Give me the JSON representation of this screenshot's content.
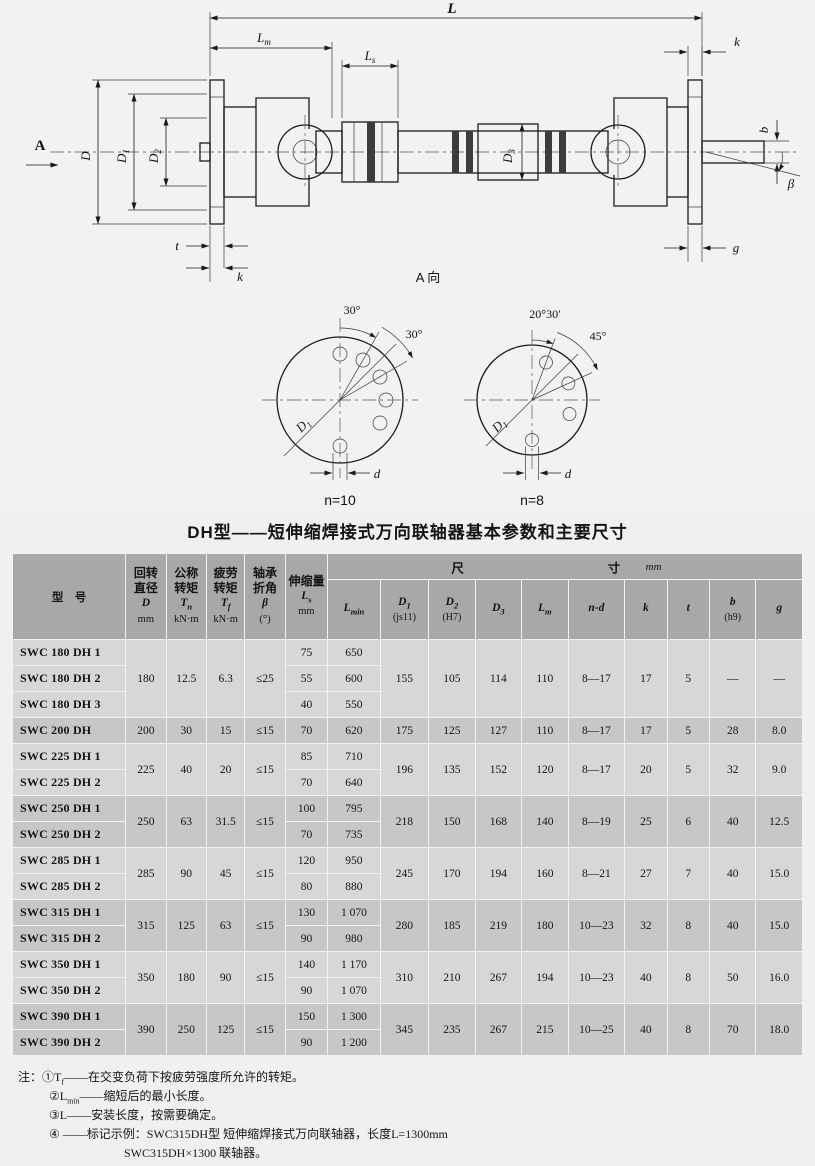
{
  "title": "DH型——短伸缩焊接式万向联轴器基本参数和主要尺寸",
  "drawing": {
    "dims": {
      "L": "L",
      "Lm_main": "L",
      "Lm_sub": "m",
      "Ls_main": "L",
      "Ls_sub": "s",
      "k_top": "k",
      "D": "D",
      "D1_main": "D",
      "D1_sub": "1",
      "D2_main": "D",
      "D2_sub": "2",
      "D3_main": "D",
      "D3_sub": "3",
      "b": "b",
      "beta": "β",
      "t": "t",
      "k_bottom": "k",
      "g": "g"
    },
    "view_label": "A",
    "view_caption": "A 向",
    "flange_views": [
      {
        "angle1": "30°",
        "angle2": "30°",
        "pcd_main": "D",
        "pcd_sub": "1",
        "hole": "d",
        "count": "n=10"
      },
      {
        "angle1": "20°30′",
        "angle2": "45°",
        "pcd_main": "D",
        "pcd_sub": "1",
        "hole": "d",
        "count": "n=8"
      }
    ]
  },
  "table": {
    "header": {
      "model": "型　号",
      "param_cols": [
        {
          "l1": "回转",
          "l2": "直径",
          "sym": "D",
          "sub": "",
          "unit": "mm"
        },
        {
          "l1": "公称",
          "l2": "转矩",
          "sym": "T",
          "sub": "n",
          "unit": "kN·m"
        },
        {
          "l1": "疲劳",
          "l2": "转矩",
          "sym": "T",
          "sub": "f",
          "unit": "kN·m"
        },
        {
          "l1": "轴承",
          "l2": "折角",
          "sym": "β",
          "sub": "",
          "unit": "(°)"
        },
        {
          "l1": "伸缩量",
          "l2": "",
          "sym": "L",
          "sub": "s",
          "unit": "mm"
        }
      ],
      "size_band": {
        "c1": "尺",
        "c2": "寸",
        "unit": "mm"
      },
      "dim_cols": [
        {
          "main": "L",
          "sub": "min",
          "note": ""
        },
        {
          "main": "D",
          "sub": "1",
          "note": "(js11)"
        },
        {
          "main": "D",
          "sub": "2",
          "note": "(H7)"
        },
        {
          "main": "D",
          "sub": "3",
          "note": ""
        },
        {
          "main": "L",
          "sub": "m",
          "note": ""
        },
        {
          "main": "n-d",
          "sub": "",
          "note": ""
        },
        {
          "main": "k",
          "sub": "",
          "note": ""
        },
        {
          "main": "t",
          "sub": "",
          "note": ""
        },
        {
          "main": "b",
          "sub": "",
          "note": "(h9)"
        },
        {
          "main": "g",
          "sub": "",
          "note": ""
        }
      ]
    },
    "groups": [
      {
        "models": [
          "SWC 180 DH 1",
          "SWC 180 DH 2",
          "SWC 180 DH 3"
        ],
        "D": "180",
        "Tn": "12.5",
        "Tf": "6.3",
        "beta": "≤25",
        "rows": [
          [
            "75",
            "650"
          ],
          [
            "55",
            "600"
          ],
          [
            "40",
            "550"
          ]
        ],
        "dims": [
          "155",
          "105",
          "114",
          "110",
          "8—17",
          "17",
          "5",
          "—",
          "—"
        ]
      },
      {
        "models": [
          "SWC 200 DH"
        ],
        "D": "200",
        "Tn": "30",
        "Tf": "15",
        "beta": "≤15",
        "rows": [
          [
            "70",
            "620"
          ]
        ],
        "dims": [
          "175",
          "125",
          "127",
          "110",
          "8—17",
          "17",
          "5",
          "28",
          "8.0"
        ]
      },
      {
        "models": [
          "SWC 225 DH 1",
          "SWC 225 DH 2"
        ],
        "D": "225",
        "Tn": "40",
        "Tf": "20",
        "beta": "≤15",
        "rows": [
          [
            "85",
            "710"
          ],
          [
            "70",
            "640"
          ]
        ],
        "dims": [
          "196",
          "135",
          "152",
          "120",
          "8—17",
          "20",
          "5",
          "32",
          "9.0"
        ]
      },
      {
        "models": [
          "SWC 250 DH 1",
          "SWC 250 DH 2"
        ],
        "D": "250",
        "Tn": "63",
        "Tf": "31.5",
        "beta": "≤15",
        "rows": [
          [
            "100",
            "795"
          ],
          [
            "70",
            "735"
          ]
        ],
        "dims": [
          "218",
          "150",
          "168",
          "140",
          "8—19",
          "25",
          "6",
          "40",
          "12.5"
        ]
      },
      {
        "models": [
          "SWC 285 DH 1",
          "SWC 285 DH 2"
        ],
        "D": "285",
        "Tn": "90",
        "Tf": "45",
        "beta": "≤15",
        "rows": [
          [
            "120",
            "950"
          ],
          [
            "80",
            "880"
          ]
        ],
        "dims": [
          "245",
          "170",
          "194",
          "160",
          "8—21",
          "27",
          "7",
          "40",
          "15.0"
        ]
      },
      {
        "models": [
          "SWC 315 DH 1",
          "SWC 315 DH 2"
        ],
        "D": "315",
        "Tn": "125",
        "Tf": "63",
        "beta": "≤15",
        "rows": [
          [
            "130",
            "1 070"
          ],
          [
            "90",
            "980"
          ]
        ],
        "dims": [
          "280",
          "185",
          "219",
          "180",
          "10—23",
          "32",
          "8",
          "40",
          "15.0"
        ]
      },
      {
        "models": [
          "SWC 350 DH 1",
          "SWC 350 DH 2"
        ],
        "D": "350",
        "Tn": "180",
        "Tf": "90",
        "beta": "≤15",
        "rows": [
          [
            "140",
            "1 170"
          ],
          [
            "90",
            "1 070"
          ]
        ],
        "dims": [
          "310",
          "210",
          "267",
          "194",
          "10—23",
          "40",
          "8",
          "50",
          "16.0"
        ]
      },
      {
        "models": [
          "SWC 390 DH 1",
          "SWC 390 DH 2"
        ],
        "D": "390",
        "Tn": "250",
        "Tf": "125",
        "beta": "≤15",
        "rows": [
          [
            "150",
            "1 300"
          ],
          [
            "90",
            "1 200"
          ]
        ],
        "dims": [
          "345",
          "235",
          "267",
          "215",
          "10—25",
          "40",
          "8",
          "70",
          "18.0"
        ]
      }
    ]
  },
  "notes": {
    "label": "注：",
    "items": [
      {
        "pre": "①T",
        "sub": "f",
        "post": "——在交变负荷下按疲劳强度所允许的转矩。"
      },
      {
        "pre": "②L",
        "sub": "min",
        "post": "——缩短后的最小长度。"
      },
      {
        "pre": "③L",
        "sub": "",
        "post": "——安装长度，按需要确定。"
      },
      {
        "pre": "④ ",
        "sub": "",
        "post": "——标记示例：SWC315DH型 短伸缩焊接式万向联轴器，长度L=1300mm"
      },
      {
        "pre": "",
        "sub": "",
        "post": "SWC315DH×1300 联轴器。"
      }
    ]
  },
  "colors": {
    "page_bg": "#f1f0ee",
    "header_bg": "#a8a8a8",
    "row_light": "#d8d7d5",
    "row_dark": "#c8c7c5",
    "grid": "#f3f2f0",
    "ink": "#1a1a1a"
  }
}
